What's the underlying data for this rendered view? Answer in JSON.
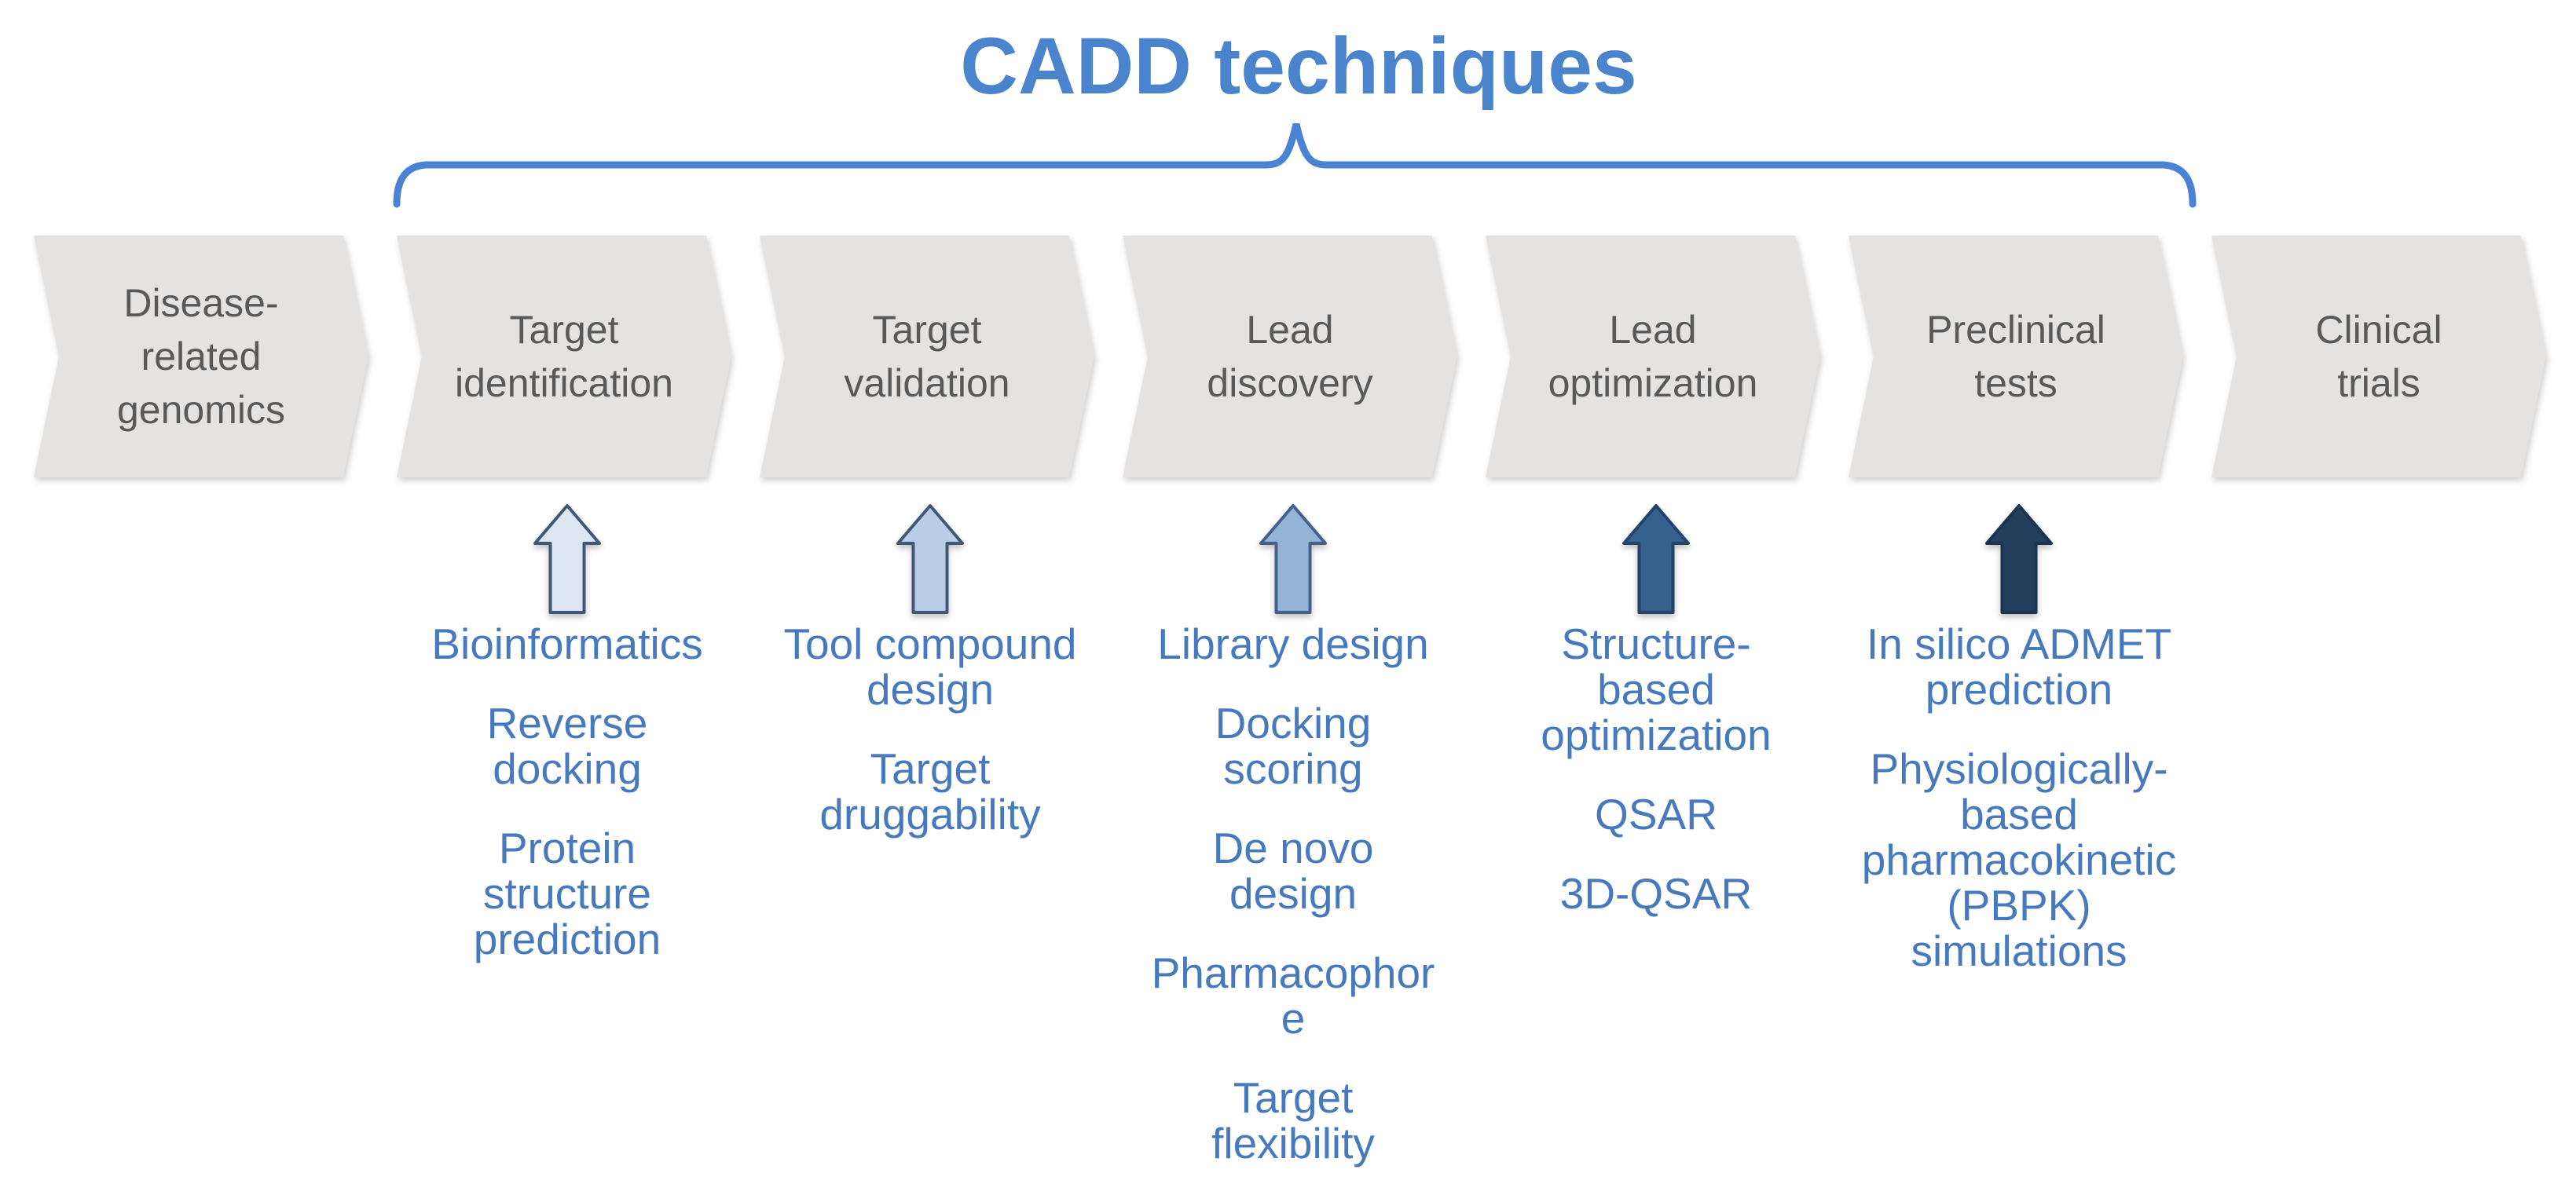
{
  "title": "CADD techniques",
  "colors": {
    "background": "#ffffff",
    "title_text": "#4a84cc",
    "brace": "#4a82d4",
    "stage_fill": "#e4e3e2",
    "stage_text": "#595959",
    "technique_text": "#4679bd"
  },
  "stages": [
    {
      "name": "Disease-related genomics",
      "lines": [
        "Disease-",
        "related",
        "genomics"
      ]
    },
    {
      "name": "Target identification",
      "lines": [
        "Target",
        "identification"
      ]
    },
    {
      "name": "Target validation",
      "lines": [
        "Target",
        "validation"
      ]
    },
    {
      "name": "Lead discovery",
      "lines": [
        "Lead",
        "discovery"
      ]
    },
    {
      "name": "Lead optimization",
      "lines": [
        "Lead",
        "optimization"
      ]
    },
    {
      "name": "Preclinical tests",
      "lines": [
        "Preclinical",
        "tests"
      ]
    },
    {
      "name": "Clinical trials",
      "lines": [
        "Clinical",
        "trials"
      ]
    }
  ],
  "cadd_columns": [
    {
      "stage": "Target identification",
      "arrow_fill": "#dce6f2",
      "arrow_stroke": "#3f5876",
      "items": [
        [
          "Bioinformatics"
        ],
        [
          "Reverse",
          "docking"
        ],
        [
          "Protein",
          "structure",
          "prediction"
        ]
      ]
    },
    {
      "stage": "Target validation",
      "arrow_fill": "#b9cde6",
      "arrow_stroke": "#3f5876",
      "items": [
        [
          "Tool compound",
          "design"
        ],
        [
          "Target",
          "druggability"
        ]
      ]
    },
    {
      "stage": "Lead discovery",
      "arrow_fill": "#95b3d7",
      "arrow_stroke": "#44618c",
      "items": [
        [
          "Library design"
        ],
        [
          "Docking",
          "scoring"
        ],
        [
          "De novo",
          "design"
        ],
        [
          "Pharmacophor",
          "e"
        ],
        [
          "Target",
          "flexibility"
        ]
      ]
    },
    {
      "stage": "Lead optimization",
      "arrow_fill": "#36618f",
      "arrow_stroke": "#24436a",
      "items": [
        [
          "Structure-",
          "based",
          "optimization"
        ],
        [
          "QSAR"
        ],
        [
          "3D-QSAR"
        ]
      ]
    },
    {
      "stage": "Preclinical tests",
      "arrow_fill": "#243f5e",
      "arrow_stroke": "#1d3450",
      "items": [
        [
          "In silico ADMET",
          "prediction"
        ],
        [
          "Physiologically-",
          "based",
          "pharmacokinetic",
          "(PBPK)",
          "simulations"
        ]
      ]
    }
  ]
}
